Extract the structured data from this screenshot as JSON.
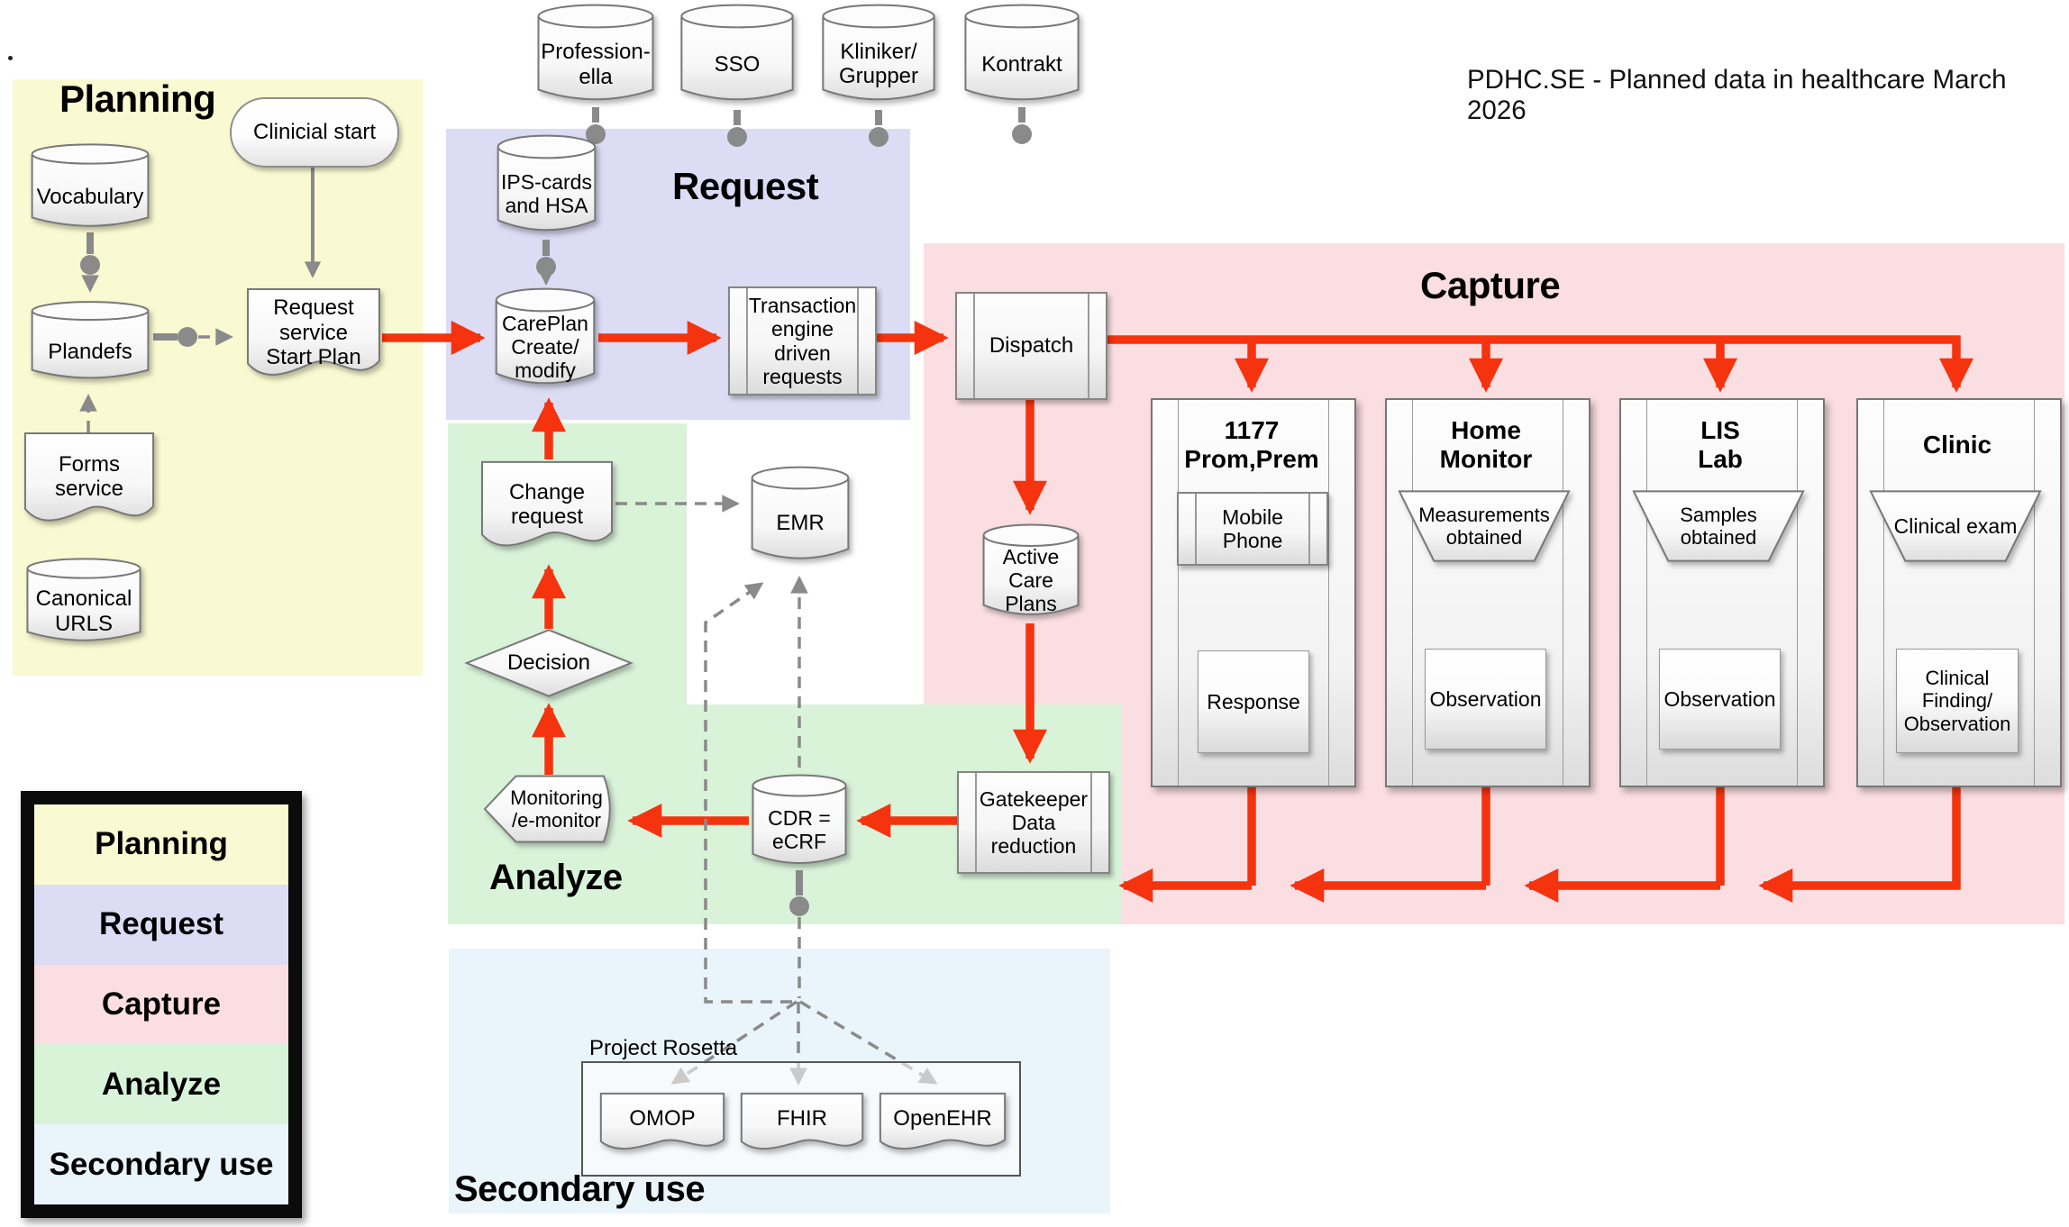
{
  "header": {
    "title": "PDHC.SE - Planned data in healthcare March 2026"
  },
  "top_stores": {
    "professionella": "Profession-\nella",
    "sso": "SSO",
    "kliniker": "Kliniker/\nGrupper",
    "kontrakt": "Kontrakt"
  },
  "planning": {
    "heading": "Planning",
    "clinical_start": "Clinicial start",
    "vocabulary": "Vocabulary",
    "plandefs": "Plandefs",
    "request_service": "Request\nservice\nStart Plan",
    "forms_service": "Forms\nservice",
    "canonical_urls": "Canonical\nURLS"
  },
  "request": {
    "heading": "Request",
    "ips_hsa": "IPS-cards\nand HSA",
    "careplan": "CarePlan\nCreate/\nmodify",
    "transaction_engine": "Transaction\nengine\ndriven\nrequests"
  },
  "capture": {
    "heading": "Capture",
    "dispatch": "Dispatch",
    "active_care_plans": "Active\nCare\nPlans",
    "gatekeeper": "Gatekeeper\nData\nreduction",
    "columns": [
      {
        "title": "1177\nProm,Prem",
        "input": "Mobile\nPhone",
        "output": "Response"
      },
      {
        "title": "Home\nMonitor",
        "input": "Measurements\nobtained",
        "output": "Observation"
      },
      {
        "title": "LIS\nLab",
        "input": "Samples\nobtained",
        "output": "Observation"
      },
      {
        "title": "Clinic",
        "input": "Clinical exam",
        "output": "Clinical\nFinding/\nObservation"
      }
    ]
  },
  "analyze": {
    "heading": "Analyze",
    "change_request": "Change\nrequest",
    "decision": "Decision",
    "monitoring": "Monitoring\n/e-monitor",
    "emr": "EMR",
    "cdr": "CDR =\neCRF"
  },
  "secondary": {
    "heading": "Secondary use",
    "project_label": "Project Rosetta",
    "standards": [
      "OMOP",
      "FHIR",
      "OpenEHR"
    ]
  },
  "legend": {
    "items": [
      {
        "label": "Planning",
        "color": "#fafad2"
      },
      {
        "label": "Request",
        "color": "#dcdcf5"
      },
      {
        "label": "Capture",
        "color": "#fbdee1"
      },
      {
        "label": "Analyze",
        "color": "#d9f3d9"
      },
      {
        "label": "Secondary use",
        "color": "#eaf4fb"
      }
    ]
  },
  "colors": {
    "planning": "#fafad2",
    "request": "#dcdcf5",
    "capture": "#fbdee1",
    "analyze": "#d9f3d9",
    "secondary_use": "#eaf4fb",
    "arrow_red": "#f5330f",
    "connector_gray": "#8a8a8a"
  }
}
